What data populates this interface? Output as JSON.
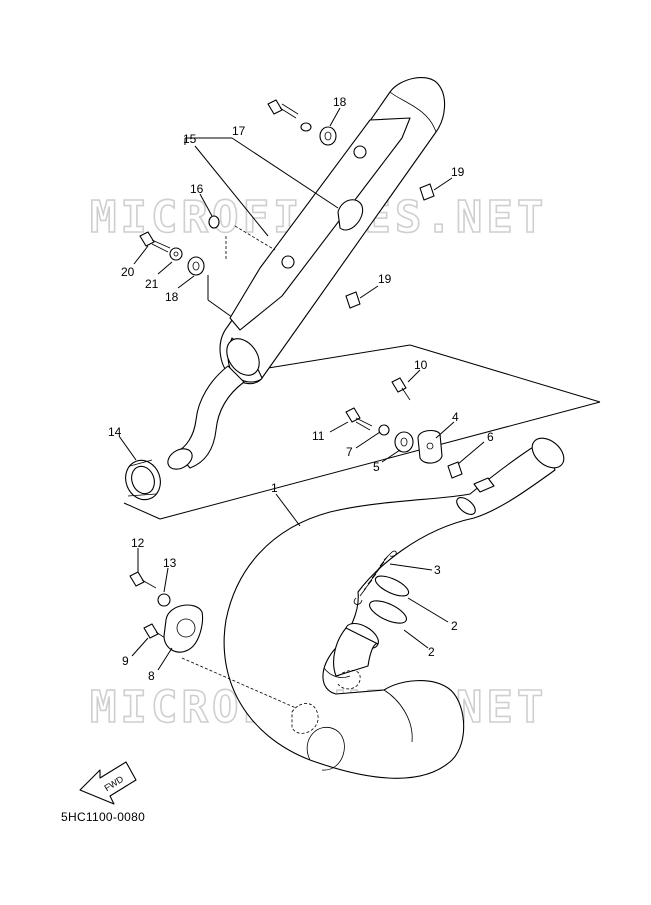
{
  "diagram": {
    "code": "5HC1100-0080",
    "watermark": "MICROFICHES.NET",
    "fwd_label": "FWD",
    "callouts": [
      "1",
      "2",
      "2",
      "3",
      "4",
      "5",
      "6",
      "7",
      "8",
      "9",
      "10",
      "11",
      "12",
      "13",
      "14",
      "15",
      "16",
      "17",
      "18",
      "18",
      "19",
      "19",
      "20",
      "21"
    ]
  }
}
